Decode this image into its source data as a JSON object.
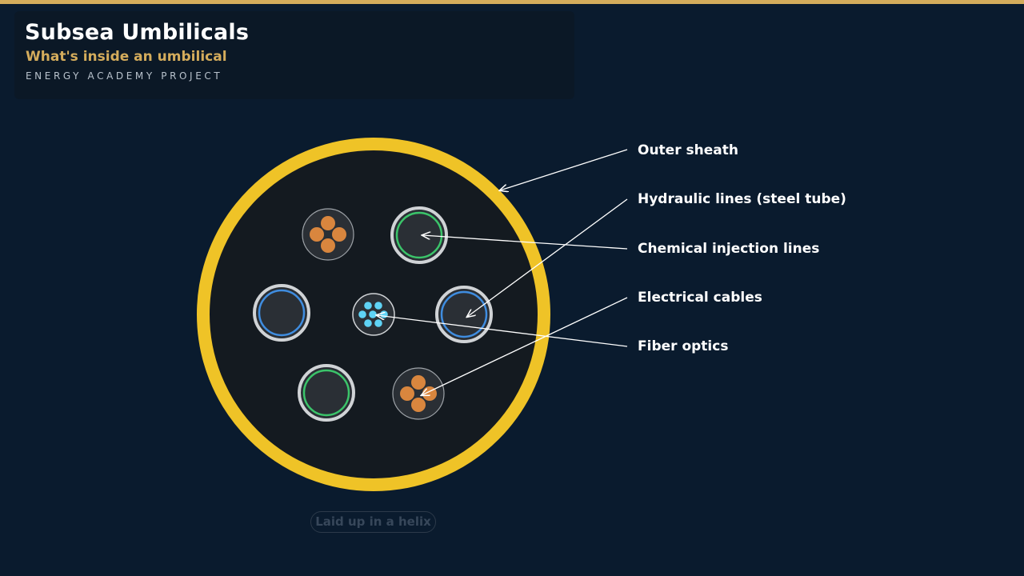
{
  "header": {
    "title": "Subsea Umbilicals",
    "subtitle": "What's inside an umbilical",
    "project": "ENERGY ACADEMY PROJECT"
  },
  "labels": {
    "outer_sheath": "Outer sheath",
    "hydraulic": "Hydraulic lines (steel tube)",
    "chemical": "Chemical injection lines",
    "electrical": "Electrical cables",
    "fiber": "Fiber optics"
  },
  "footer": {
    "helix": "Laid up in a helix"
  },
  "colors": {
    "background": "#0a1b2e",
    "accent": "#d4ac5c",
    "sheath": "#efc327",
    "core": "#141a20",
    "hydraulic_ring": "#3f8de0",
    "chemical_ring": "#3bc46a",
    "copper": "#d9863e",
    "fiber": "#5fd3f5"
  }
}
